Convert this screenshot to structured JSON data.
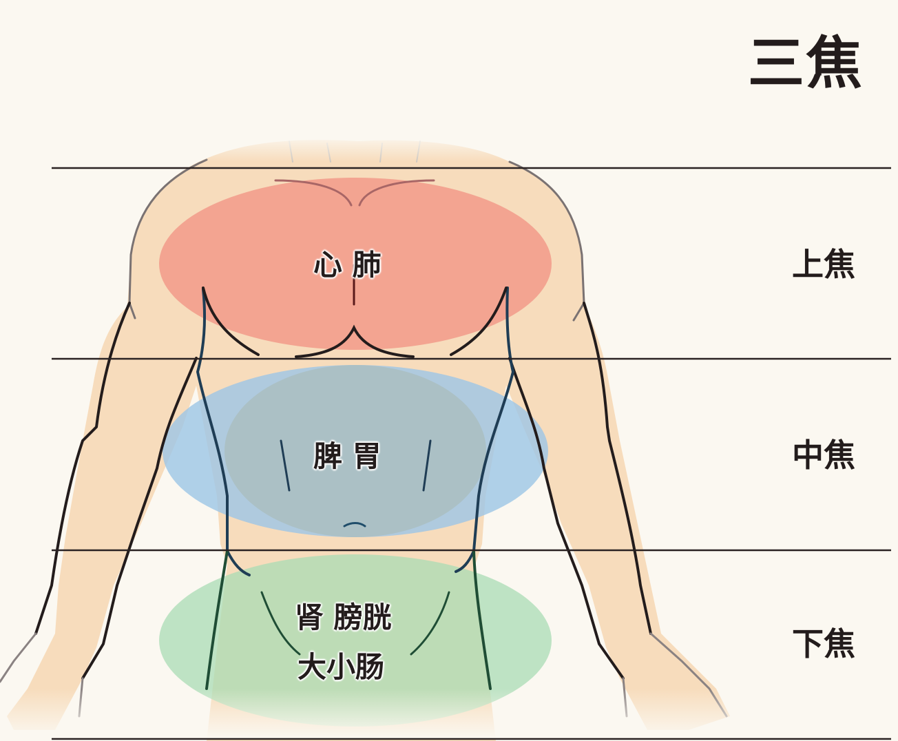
{
  "title": "三焦",
  "zones": [
    {
      "label": "上焦",
      "organs": "心 肺",
      "color": "#f29a8a"
    },
    {
      "label": "中焦",
      "organs": "脾 胃",
      "color": "#9cc6e6"
    },
    {
      "label": "下焦",
      "organs_line1": "肾 膀胱",
      "organs_line2": "大小肠",
      "color": "#a9dcb4"
    }
  ],
  "colors": {
    "background": "#fbf8f1",
    "skin": "#f7dcbc",
    "outline": "#231c1c",
    "divider": "#2a2222"
  }
}
